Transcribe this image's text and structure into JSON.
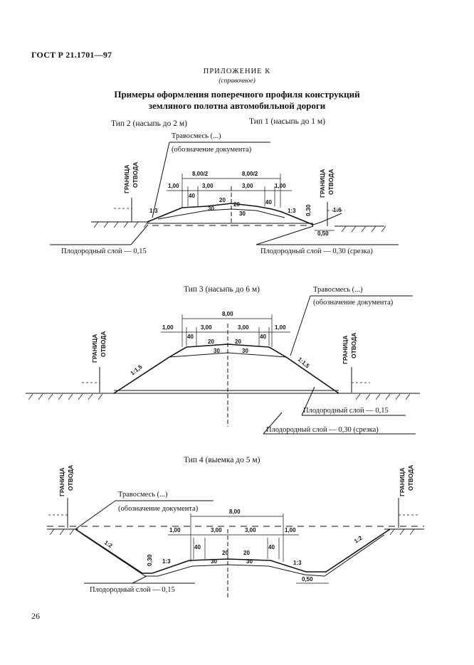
{
  "header": "ГОСТ Р 21.1701—97",
  "appendix": "ПРИЛОЖЕНИЕ К",
  "ref_note": "(справочное)",
  "title_line1": "Примеры оформления поперечного профиля конструкций",
  "title_line2": "земляного полотна автомобильной дороги",
  "page_number": "26",
  "common": {
    "boundary_1": "ГРАНИЦА",
    "boundary_2": "ОТВОДА",
    "seed_mix": "Травосмесь (...)",
    "doc_ref": "(обозначение документа)",
    "soil_015": "Плодородный слой — 0,15",
    "soil_030": "Плодородный слой — 0,30 (срезка)",
    "soil_015_type4": "Плодородный слой — 0,15"
  },
  "type2": {
    "title": "Тип 2 (насыпь до 2 м)"
  },
  "type1": {
    "title": "Тип 1 (насыпь до 1 м)"
  },
  "type3": {
    "title": "Тип 3 (насыпь до 6 м)"
  },
  "type4": {
    "title": "Тип 4 (выемка до 5 м)"
  },
  "dims": {
    "half": "8,00/2",
    "full": "8,00",
    "lane": "3,00",
    "shoulder": "1,00",
    "strip": "40",
    "slope_20": "20",
    "slope_30": "30",
    "s_1_3": "1:3",
    "s_1_6": "1:6",
    "s_1_15": "1:1,5",
    "s_1_2": "1:2",
    "d_030": "0,30",
    "d_050": "0,50"
  }
}
